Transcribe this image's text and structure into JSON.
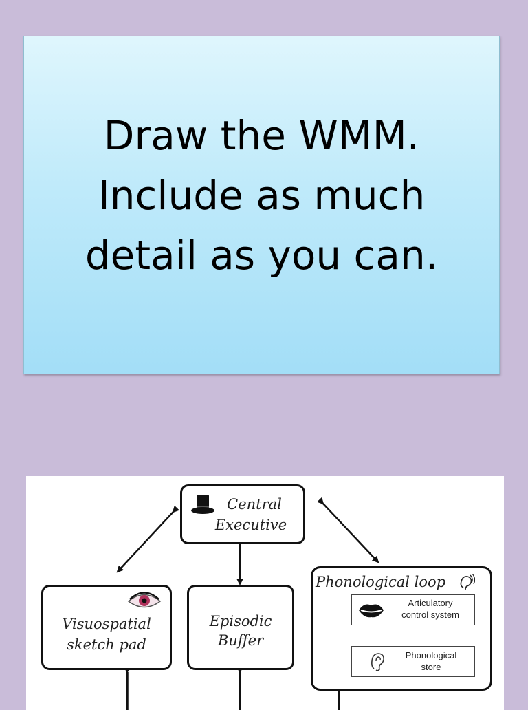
{
  "slide": {
    "title_lines": [
      "Draw the WMM.",
      "Include as much",
      "detail as you can."
    ]
  },
  "diagram": {
    "central_executive": {
      "line1": "Central",
      "line2": "Executive",
      "icon": "top-hat-icon"
    },
    "visuospatial": {
      "line1": "Visuospatial",
      "line2": "sketch pad",
      "icon": "eye-icon"
    },
    "episodic": {
      "line1": "Episodic",
      "line2": "Buffer"
    },
    "phonological_loop": {
      "label": "Phonological loop",
      "icon": "hearing-icon",
      "articulatory": {
        "line1": "Articulatory",
        "line2": "control system",
        "icon": "lips-icon"
      },
      "store": {
        "line1": "Phonological",
        "line2": "store",
        "icon": "ear-icon"
      }
    }
  }
}
